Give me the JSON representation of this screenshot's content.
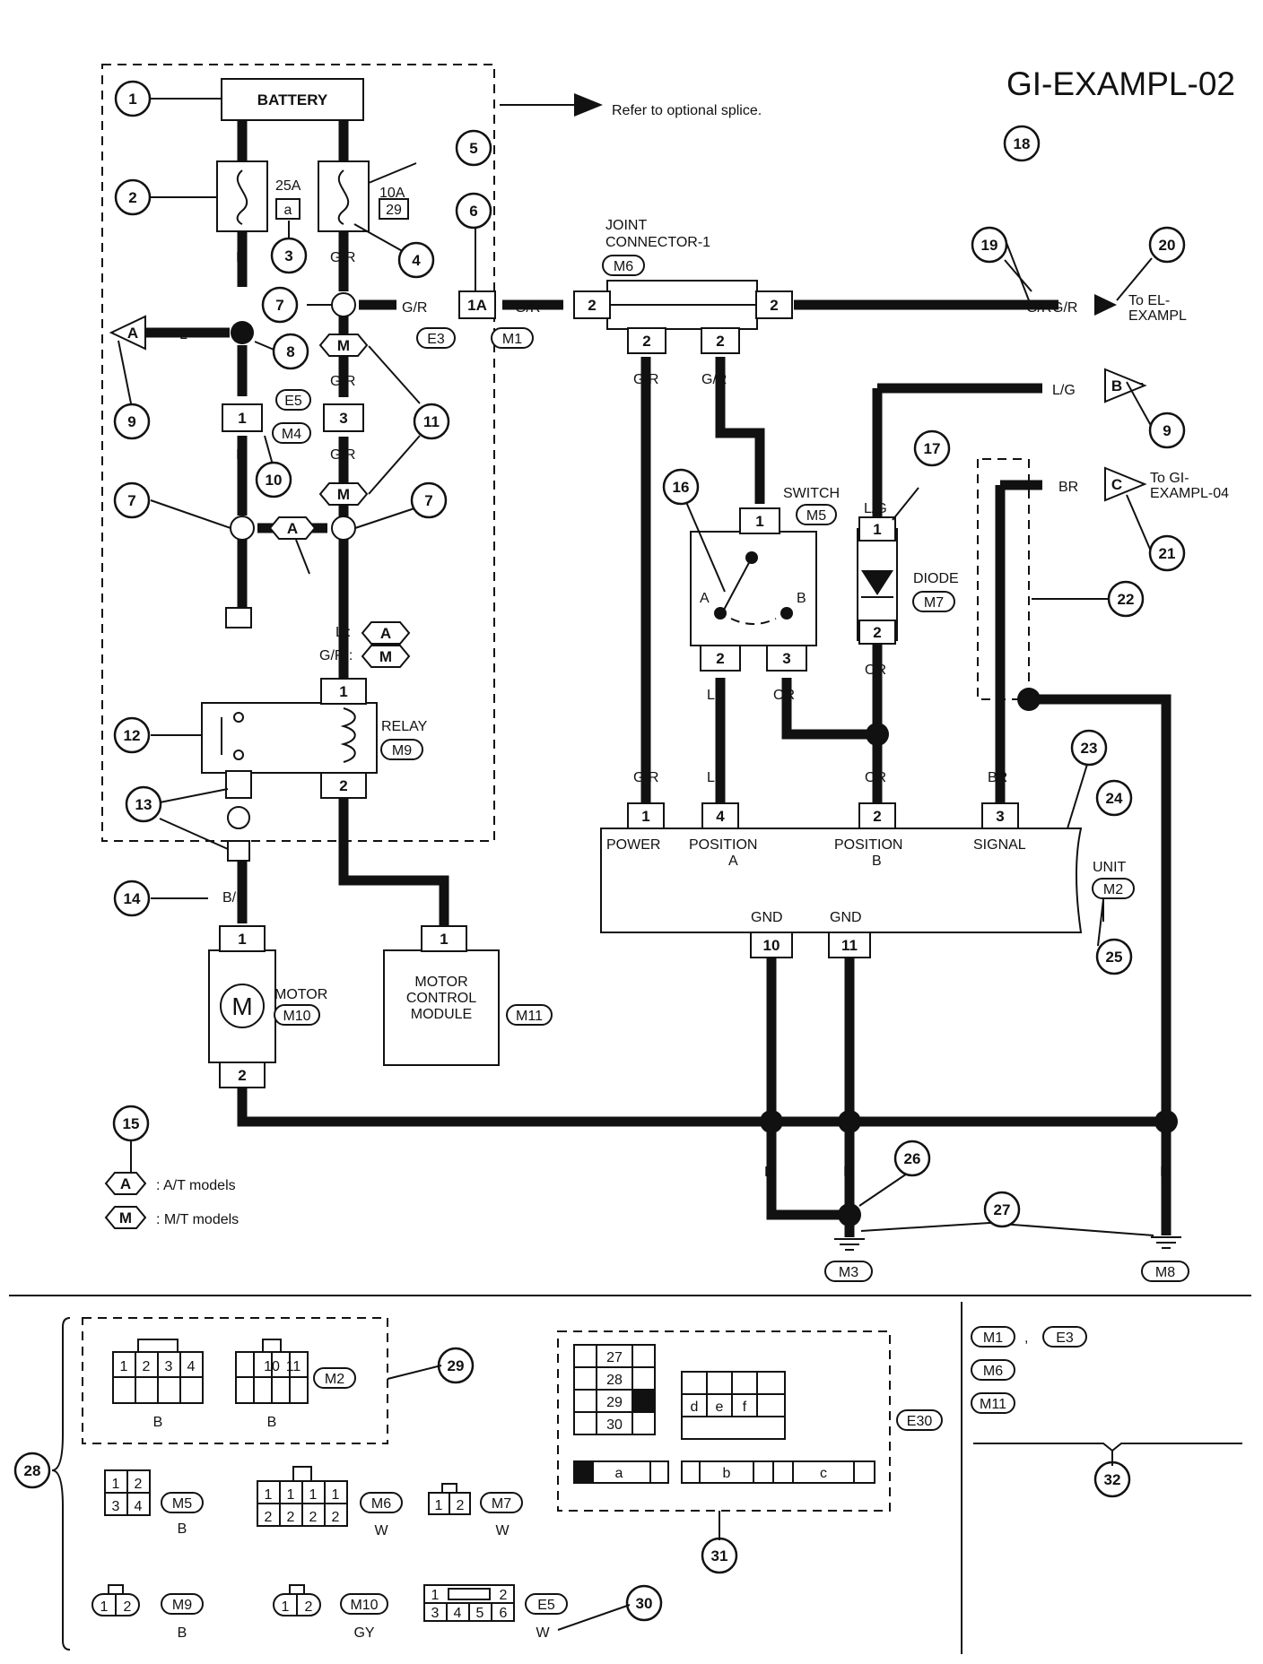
{
  "title": "GI-EXAMPL-02",
  "refer_text": "Refer to optional splice.",
  "components": {
    "battery": "BATTERY",
    "fuse_25a": "25A",
    "fuse_25a_code": "a",
    "fuse_10a": "10A",
    "fuse_10a_code": "29",
    "joint_connector_line1": "JOINT",
    "joint_connector_line2": "CONNECTOR-1",
    "joint_connector_id": "M6",
    "switch": "SWITCH",
    "switch_id": "M5",
    "diode": "DIODE",
    "diode_id": "M7",
    "relay": "RELAY",
    "relay_id": "M9",
    "motor": "MOTOR",
    "motor_id": "M10",
    "motor_symbol": "M",
    "mcm_line1": "MOTOR",
    "mcm_line2": "CONTROL",
    "mcm_line3": "MODULE",
    "mcm_id": "M11",
    "unit": "UNIT",
    "unit_id": "M2",
    "to_el_line1": "To EL-",
    "to_el_line2": "EXAMPL",
    "to_gi_line1": "To GI-",
    "to_gi_line2": "EXAMPL-04"
  },
  "unit_pins": {
    "power": "POWER",
    "position": "POSITION",
    "pos_a": "A",
    "pos_b": "B",
    "signal": "SIGNAL",
    "gnd": "GND"
  },
  "wire_colors": {
    "l": "L",
    "gr": "G/R",
    "lg_slash": "L/G",
    "lg": "LG",
    "or": "OR",
    "br": "BR",
    "r": "R",
    "br_slash": "B/R",
    "b": "B",
    "l_colon": "L :",
    "gr_colon": "G/R :"
  },
  "connector_ids": {
    "e3": "E3",
    "m1": "M1",
    "e5": "E5",
    "m4": "M4",
    "m3": "M3",
    "m8": "M8",
    "e30": "E30"
  },
  "pins": {
    "p1": "1",
    "p2": "2",
    "p3": "3",
    "p4": "4",
    "p10": "10",
    "p11": "11",
    "p1a": "1A",
    "switch_a": "A",
    "switch_b": "B"
  },
  "tags": {
    "a": "A",
    "m": "M",
    "b": "B",
    "c": "C"
  },
  "legend": {
    "at": ": A/T models",
    "mt": ": M/T models"
  },
  "callouts": [
    "1",
    "2",
    "3",
    "4",
    "5",
    "6",
    "7",
    "8",
    "9",
    "10",
    "11",
    "12",
    "13",
    "14",
    "15",
    "16",
    "17",
    "18",
    "19",
    "20",
    "21",
    "22",
    "23",
    "24",
    "25",
    "26",
    "27",
    "28",
    "29",
    "30",
    "31",
    "32"
  ],
  "connector_views": {
    "m2_pins_left": [
      "1",
      "2",
      "3",
      "4"
    ],
    "m2_pins_right": [
      "10",
      "11"
    ],
    "m2_id": "M2",
    "m5_pins": [
      "1",
      "2",
      "3",
      "4"
    ],
    "m5_id": "M5",
    "m6_pins_top": [
      "1",
      "1",
      "1",
      "1"
    ],
    "m6_pins_bottom": [
      "2",
      "2",
      "2",
      "2"
    ],
    "m6_id": "M6",
    "m7_pins": [
      "1",
      "2"
    ],
    "m7_id": "M7",
    "m9_pins": [
      "1",
      "2"
    ],
    "m9_id": "M9",
    "m10_pins": [
      "1",
      "2"
    ],
    "m10_id": "M10",
    "e5_pins_top": [
      "1",
      "2"
    ],
    "e5_pins_bottom": [
      "3",
      "4",
      "5",
      "6"
    ],
    "e5_id": "E5",
    "colors": {
      "b": "B",
      "w": "W",
      "gy": "GY"
    },
    "fuse_block_numbers": [
      "27",
      "28",
      "29",
      "30"
    ],
    "fuse_block_letters": [
      "a",
      "b",
      "c",
      "d",
      "e",
      "f"
    ],
    "e30_id": "E30"
  },
  "right_legend": {
    "row1a": "M1",
    "comma": ",",
    "row1b": "E3",
    "row2": "M6",
    "row3": "M11"
  }
}
